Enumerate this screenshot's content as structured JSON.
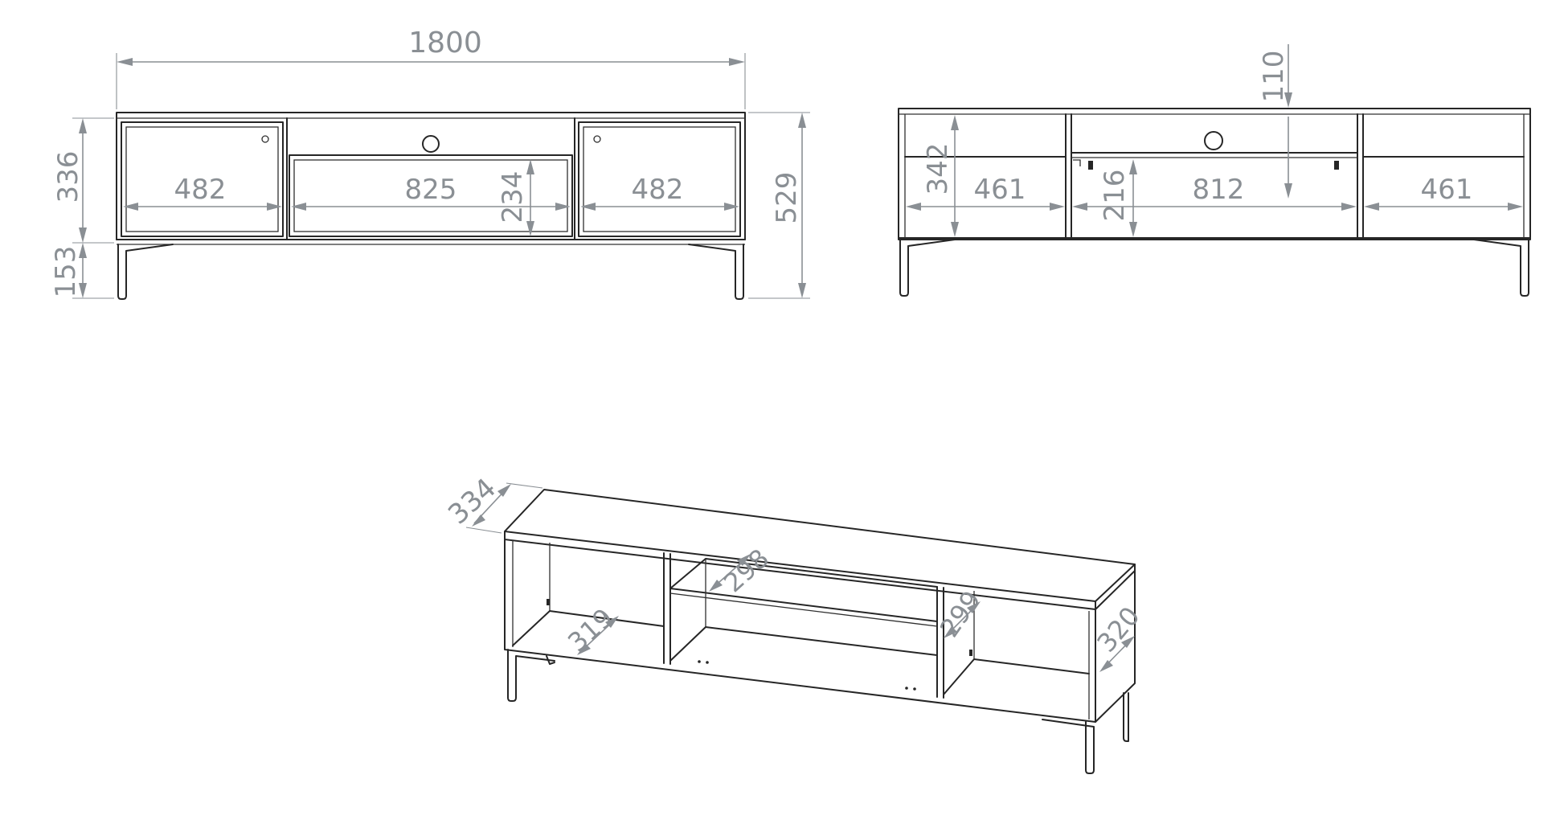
{
  "front_view": {
    "overall_width": "1800",
    "body_height": "336",
    "leg_height": "153",
    "total_height": "529",
    "left_door_width": "482",
    "center_width": "825",
    "center_opening_height": "234",
    "right_door_width": "482"
  },
  "back_view": {
    "top_gap": "110",
    "interior_height": "342",
    "left_compartment_width": "461",
    "center_opening_height": "216",
    "center_compartment_width": "812",
    "right_compartment_width": "461"
  },
  "iso_view": {
    "depth_top": "334",
    "depth_left_shelf": "319",
    "depth_center_shelf": "298",
    "depth_center_bottom": "299",
    "depth_right_side": "320"
  }
}
